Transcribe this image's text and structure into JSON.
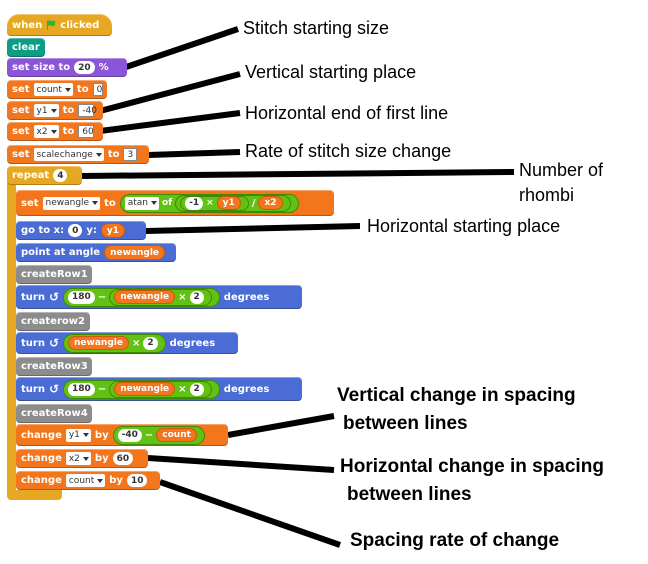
{
  "script": {
    "hat": {
      "when": "when",
      "clicked": "clicked"
    },
    "clear": "clear",
    "set_size": {
      "label": "set size to",
      "value": "20",
      "unit": "%"
    },
    "set_count": {
      "set": "set",
      "var": "count",
      "to": "to",
      "value": "0"
    },
    "set_y1": {
      "set": "set",
      "var": "y1",
      "to": "to",
      "value": "-40"
    },
    "set_x2": {
      "set": "set",
      "var": "x2",
      "to": "to",
      "value": "60"
    },
    "set_scalechange": {
      "set": "set",
      "var": "scalechange",
      "to": "to",
      "value": "3"
    },
    "repeat": {
      "label": "repeat",
      "value": "4"
    },
    "set_newangle": {
      "set": "set",
      "var": "newangle",
      "to": "to",
      "fn": "atan",
      "of": "of",
      "a": "-1",
      "times": "×",
      "b": "y1",
      "div": "/",
      "c": "x2"
    },
    "goto": {
      "label": "go to x:",
      "x": "0",
      "ylabel": "y:",
      "y": "y1"
    },
    "point": {
      "label": "point at angle",
      "var": "newangle"
    },
    "create1": "createRow1",
    "turn1": {
      "turn": "turn",
      "a": "180",
      "minus": "−",
      "var": "newangle",
      "times": "×",
      "b": "2",
      "deg": "degrees"
    },
    "create2": "createrow2",
    "turn2": {
      "turn": "turn",
      "var": "newangle",
      "times": "×",
      "b": "2",
      "deg": "degrees"
    },
    "create3": "createRow3",
    "turn3": {
      "turn": "turn",
      "a": "180",
      "minus": "−",
      "var": "newangle",
      "times": "×",
      "b": "2",
      "deg": "degrees"
    },
    "create4": "createRow4",
    "change_y1": {
      "change": "change",
      "var": "y1",
      "by": "by",
      "a": "-40",
      "minus": "−",
      "b": "count"
    },
    "change_x2": {
      "change": "change",
      "var": "x2",
      "by": "by",
      "value": "60"
    },
    "change_count": {
      "change": "change",
      "var": "count",
      "by": "by",
      "value": "10"
    }
  },
  "callouts": {
    "stitch_size": "Stitch starting size",
    "vertical_start": "Vertical starting place",
    "horizontal_end": "Horizontal end of first line",
    "rate_change": "Rate of stitch size change",
    "number_of": "Number of",
    "rhombi": "rhombi",
    "horizontal_start": "Horizontal starting place",
    "vertical_change_1": "Vertical change in spacing",
    "vertical_change_2": "between lines",
    "horizontal_change_1": "Horizontal change in spacing",
    "horizontal_change_2": "between lines",
    "spacing_rate": "Spacing rate of change"
  },
  "colors": {
    "control": "#e6a822",
    "pen": "#0d9c84",
    "looks": "#8a55d7",
    "variables": "#f3761d",
    "motion": "#4a6cd4",
    "operators": "#62c213",
    "custom": "#8c8c8c",
    "flag": "#2fb52f"
  }
}
